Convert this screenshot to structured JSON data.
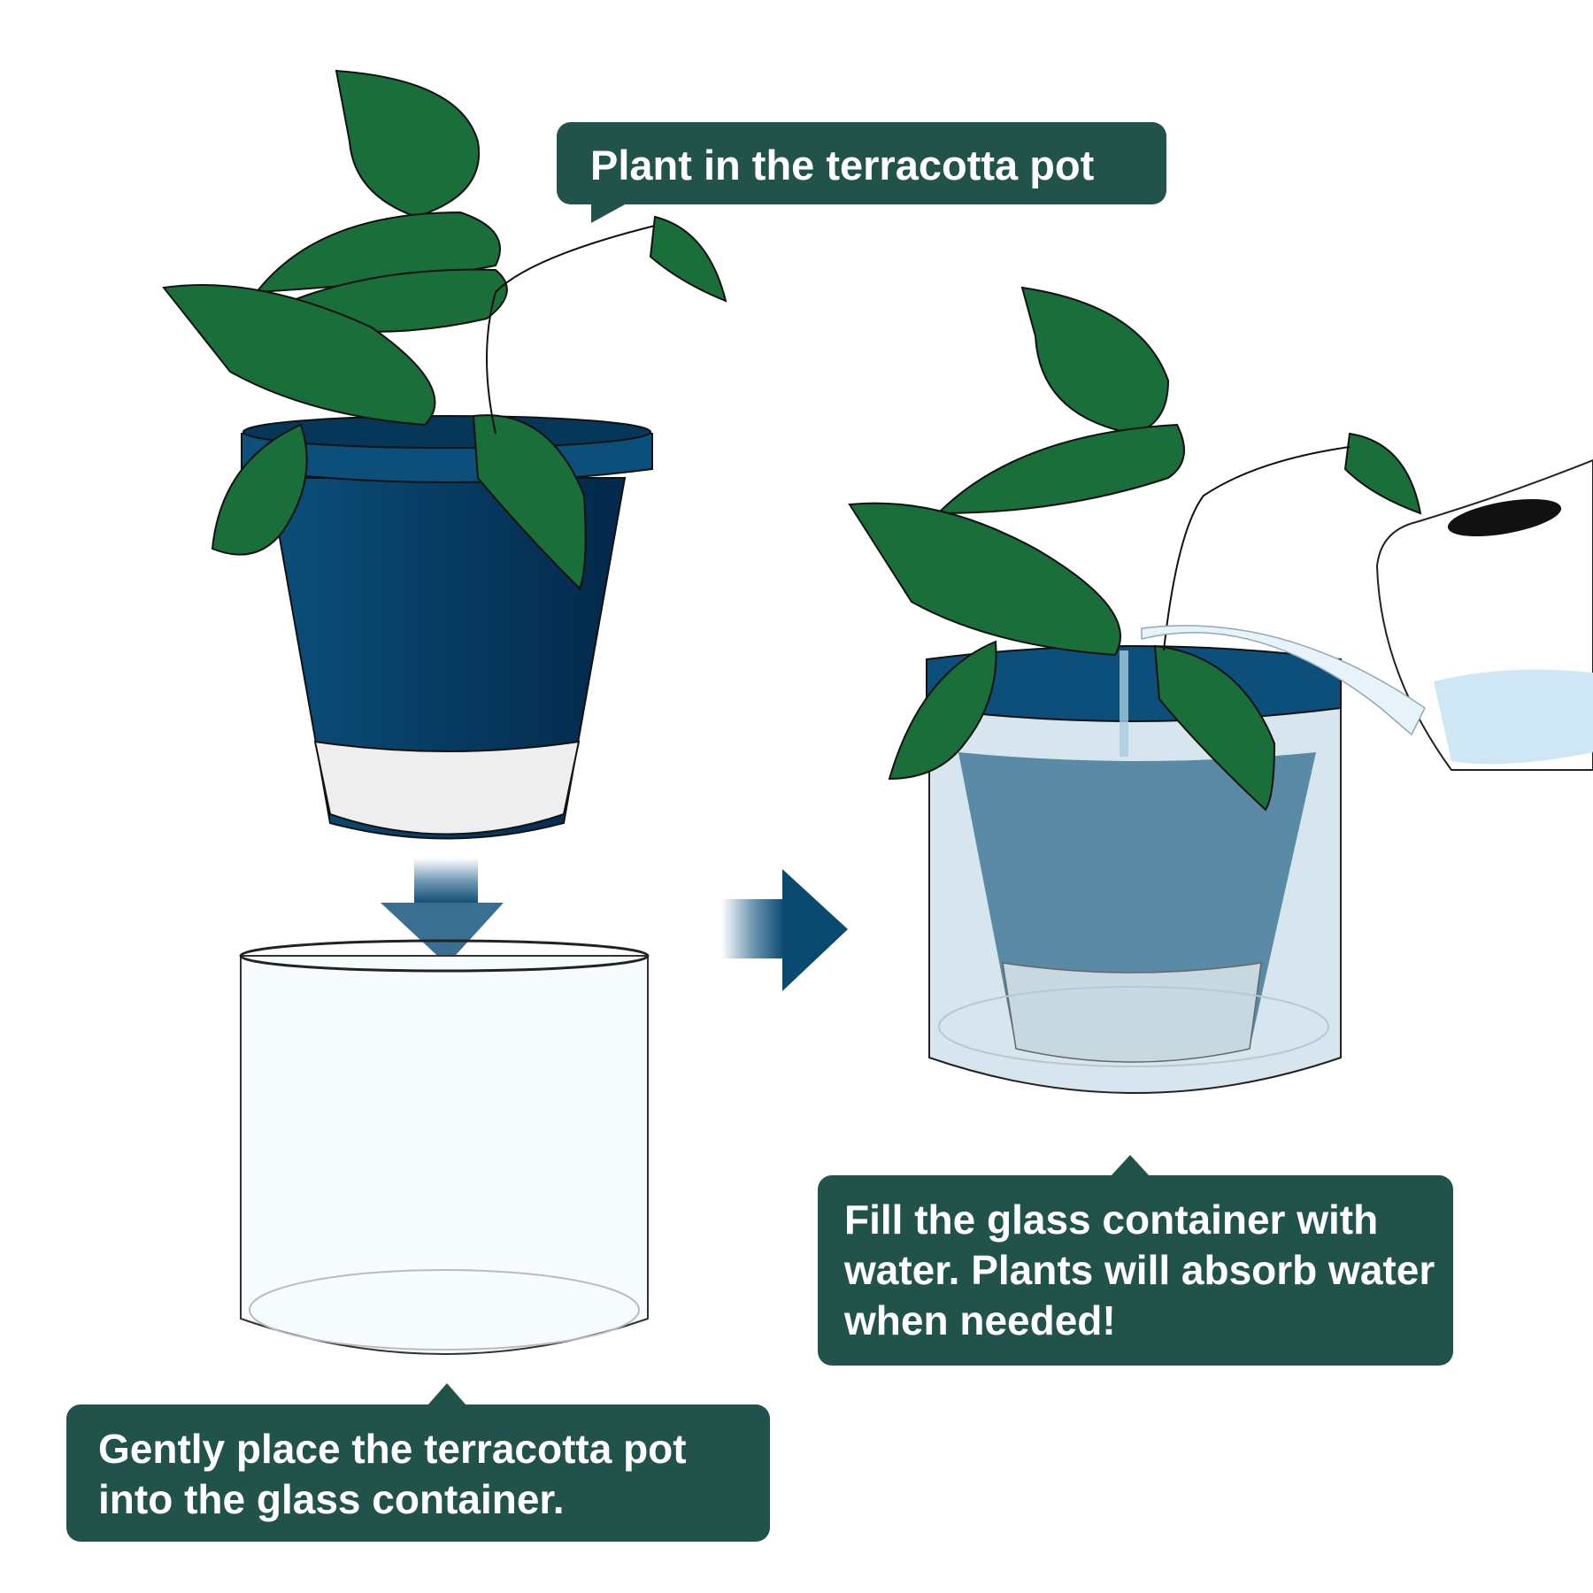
{
  "steps": {
    "step1": "Plant in the terracotta pot",
    "step2": "Gently place the terracotta pot into the glass container.",
    "step3": "Fill the glass container with water. Plants will absorb water when needed!"
  },
  "colors": {
    "callout": "#22534b",
    "pot": "#084a72",
    "leaf": "#1a6e3a",
    "water": "#cfe3ef",
    "arrow": "#0a4a70"
  }
}
